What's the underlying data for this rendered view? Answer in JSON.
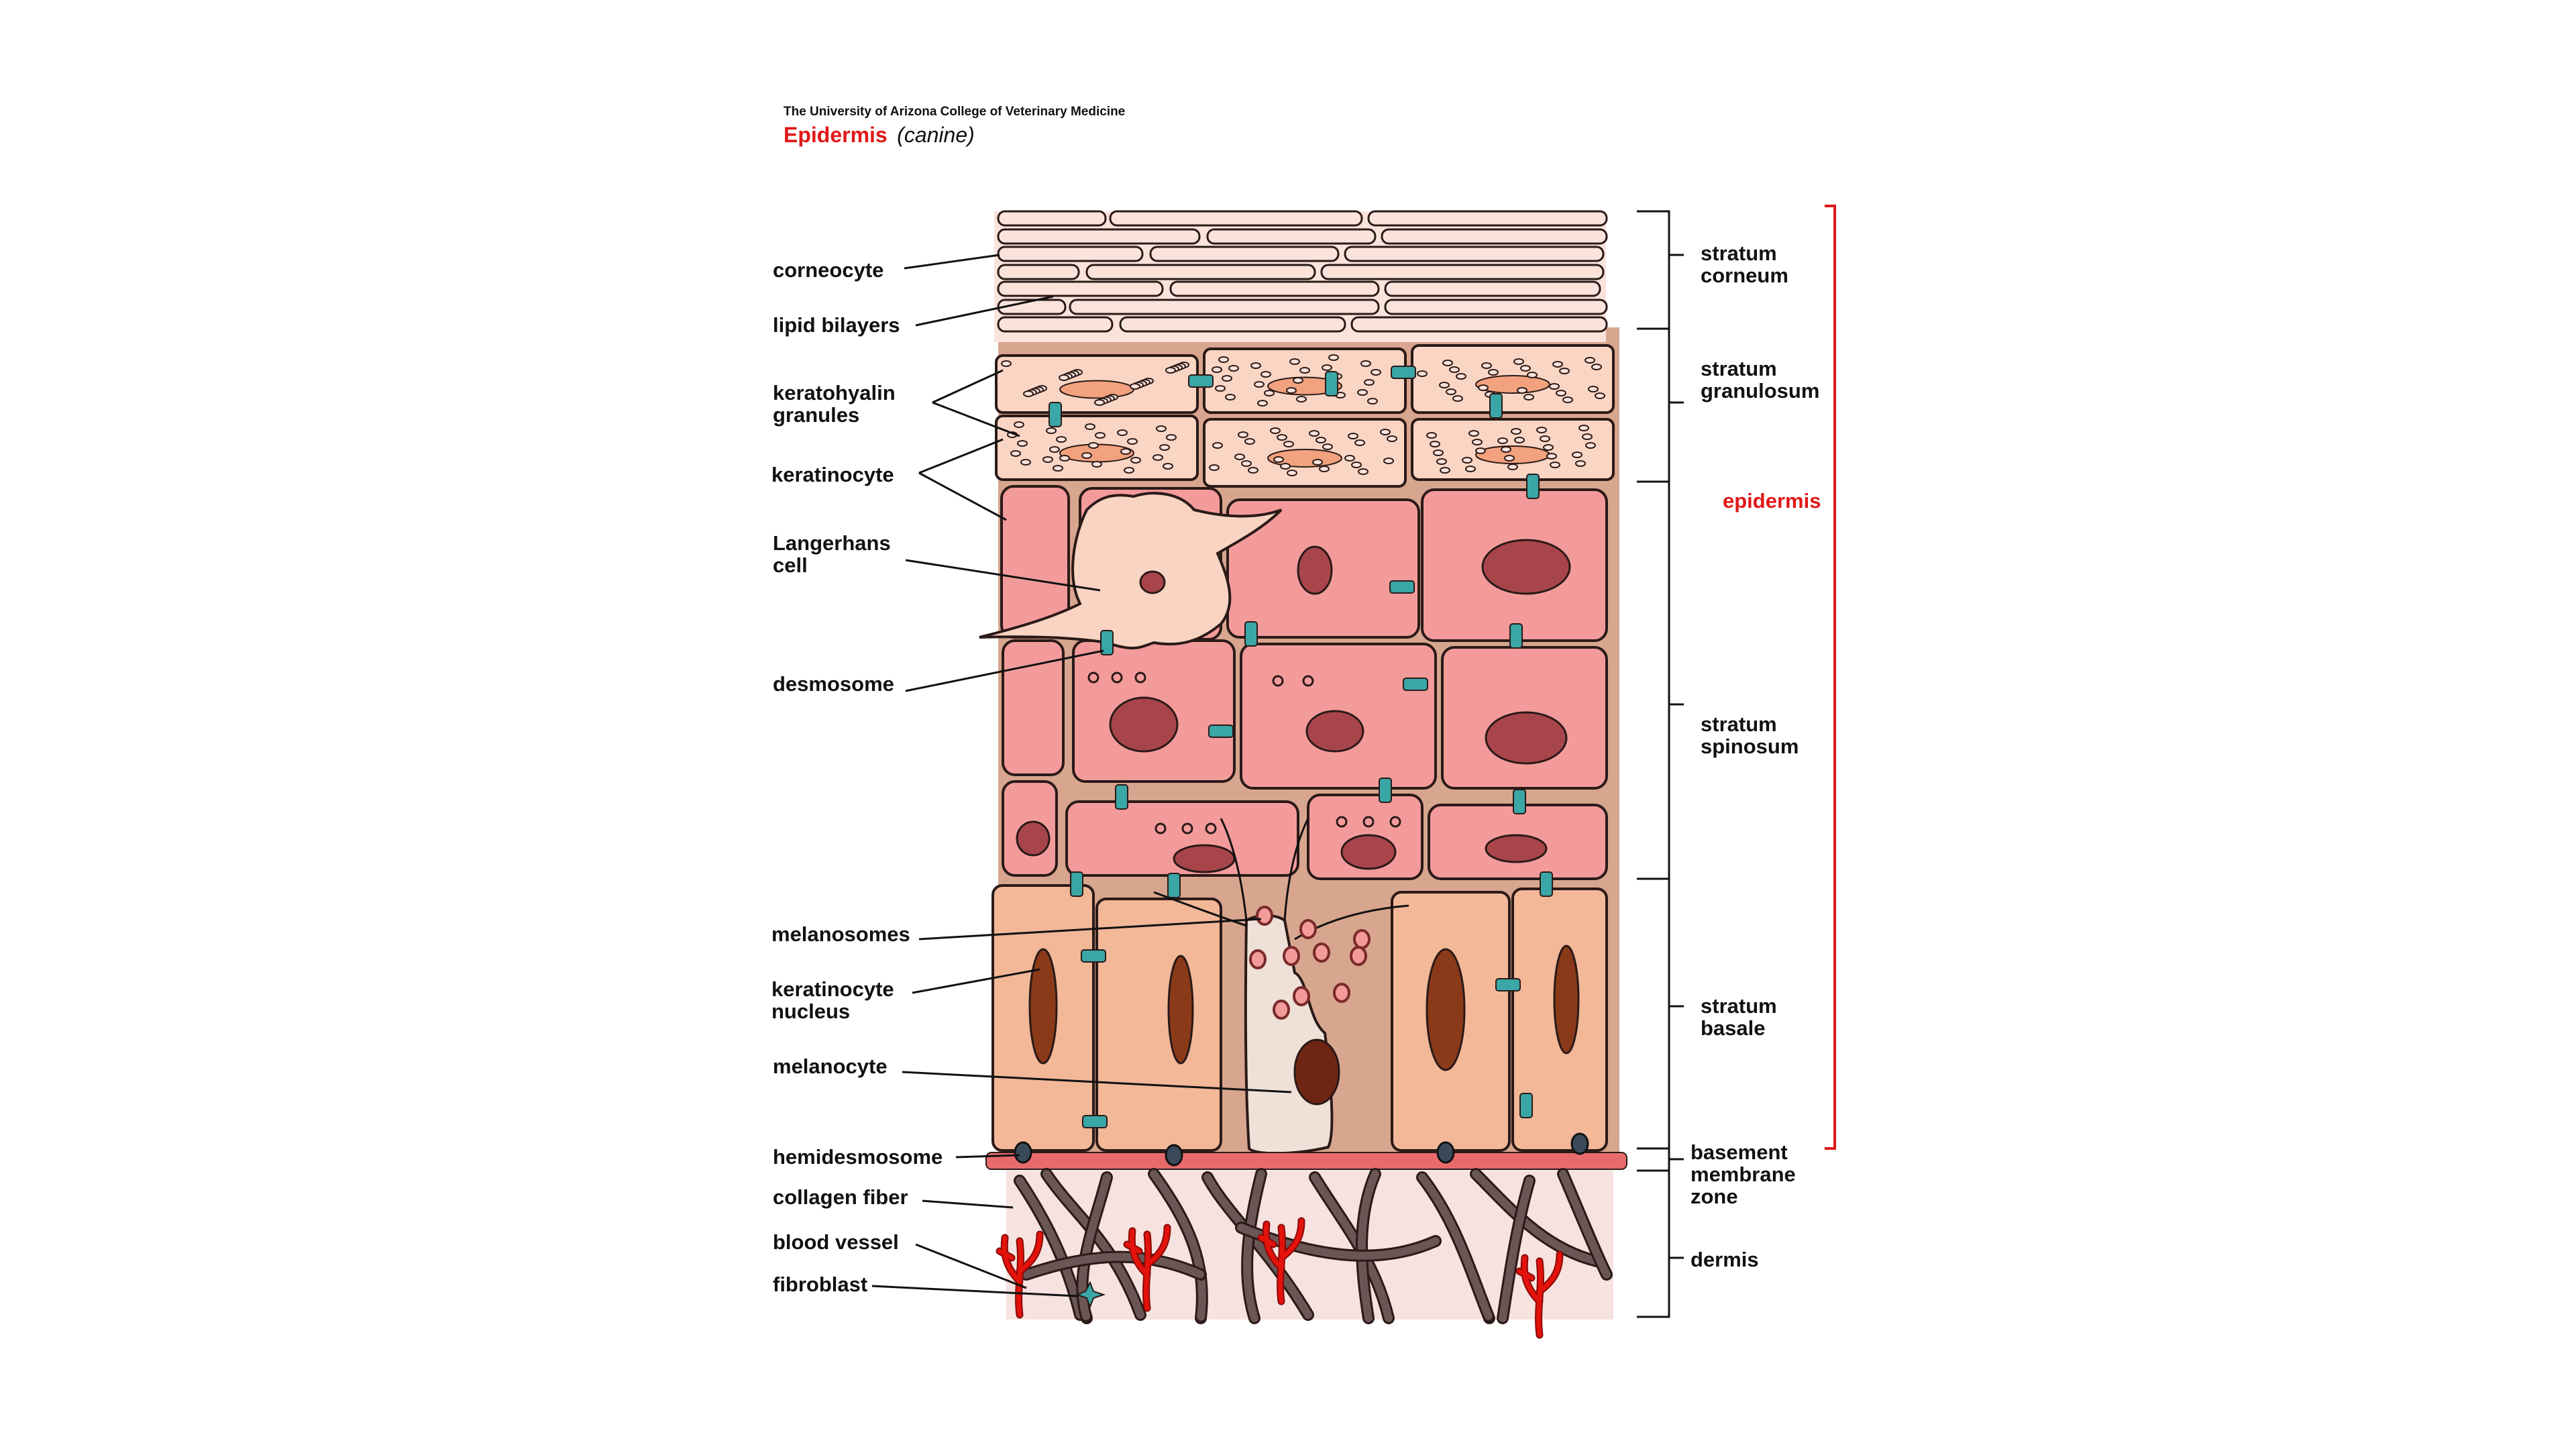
{
  "header": {
    "institution": "The University of Arizona College of Veterinary Medicine",
    "title": "Epidermis",
    "subtitle": "(canine)"
  },
  "left_labels": [
    {
      "id": "corneocyte",
      "lines": [
        "corneocyte"
      ]
    },
    {
      "id": "lipid-bilayers",
      "lines": [
        "lipid bilayers"
      ]
    },
    {
      "id": "keratohyalin-granules",
      "lines": [
        "keratohyalin",
        "granules"
      ]
    },
    {
      "id": "keratinocyte",
      "lines": [
        "keratinocyte"
      ]
    },
    {
      "id": "langerhans-cell",
      "lines": [
        "Langerhans",
        "cell"
      ]
    },
    {
      "id": "desmosome",
      "lines": [
        "desmosome"
      ]
    },
    {
      "id": "melanosomes",
      "lines": [
        "melanosomes"
      ]
    },
    {
      "id": "keratinocyte-nucleus",
      "lines": [
        "keratinocyte",
        "nucleus"
      ]
    },
    {
      "id": "melanocyte",
      "lines": [
        "melanocyte"
      ]
    },
    {
      "id": "hemidesmosome",
      "lines": [
        "hemidesmosome"
      ]
    },
    {
      "id": "collagen-fiber",
      "lines": [
        "collagen fiber"
      ]
    },
    {
      "id": "blood-vessel",
      "lines": [
        "blood vessel"
      ]
    },
    {
      "id": "fibroblast",
      "lines": [
        "fibroblast"
      ]
    }
  ],
  "right_labels": [
    {
      "id": "stratum-corneum",
      "lines": [
        "stratum",
        "corneum"
      ]
    },
    {
      "id": "stratum-granulosum",
      "lines": [
        "stratum",
        "granulosum"
      ]
    },
    {
      "id": "stratum-spinosum",
      "lines": [
        "stratum",
        "spinosum"
      ]
    },
    {
      "id": "stratum-basale",
      "lines": [
        "stratum",
        "basale"
      ]
    },
    {
      "id": "basement-membrane-zone",
      "lines": [
        "basement",
        "membrane",
        "zone"
      ]
    },
    {
      "id": "dermis",
      "lines": [
        "dermis"
      ]
    }
  ],
  "epidermis_label": "epidermis",
  "colors": {
    "accent_red": "#e01818",
    "corneum": "#fbe3dc",
    "granulosum_cell": "#fbd5c4",
    "granule_nucleus": "#f2a27e",
    "spinosum_cell": "#f39b9b",
    "spinosum_nucleus": "#a8454a",
    "basale_cell": "#f2b898",
    "basale_nucleus": "#8a3a18",
    "melanocyte": "#efe0d8",
    "intercellular": "#d8a58e",
    "desmosome": "#3aa6a6",
    "basement_membrane": "#e86b6b",
    "dermis": "#f6e2de",
    "collagen": "#6b5656",
    "blood_vessel": "#e3120b"
  }
}
